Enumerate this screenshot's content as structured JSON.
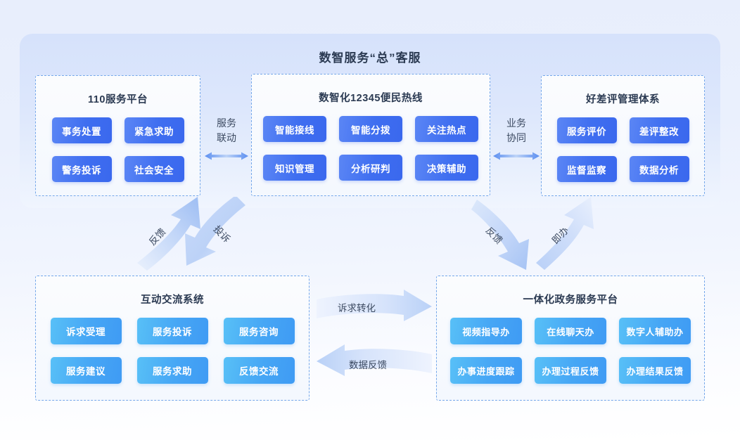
{
  "hero": {
    "title": "数智服务“总”客服"
  },
  "panels": [
    {
      "id": "110",
      "title": "110服务平台",
      "style": "deep",
      "tags": [
        "事务处置",
        "紧急求助",
        "警务投诉",
        "社会安全"
      ]
    },
    {
      "id": "12345",
      "title": "数智化12345便民热线",
      "style": "deep",
      "tags": [
        "智能接线",
        "智能分拨",
        "关注热点",
        "知识管理",
        "分析研判",
        "决策辅助"
      ]
    },
    {
      "id": "haochaping",
      "title": "好差评管理体系",
      "style": "deep",
      "tags": [
        "服务评价",
        "差评整改",
        "监督监察",
        "数据分析"
      ]
    },
    {
      "id": "hudong",
      "title": "互动交流系统",
      "style": "light",
      "tags": [
        "诉求受理",
        "服务投诉",
        "服务咨询",
        "服务建议",
        "服务求助",
        "反馈交流"
      ]
    },
    {
      "id": "yitihua",
      "title": "一体化政务服务平台",
      "style": "light",
      "tags": [
        "视频指导办",
        "在线聊天办",
        "数字人辅助办",
        "办事进度跟踪",
        "办理过程反馈",
        "办理结果反馈"
      ]
    }
  ],
  "connectors": {
    "service_linkage": {
      "line1": "服务",
      "line2": "联动"
    },
    "business_synergy": {
      "line1": "业务",
      "line2": "协同"
    },
    "left_up": "反馈",
    "left_down": "投诉",
    "right_down": "反馈",
    "right_up": "即办",
    "middle_right": "诉求转化",
    "middle_left": "数据反馈"
  },
  "colors": {
    "page_bg": "#e8eefc",
    "hero_bg": "#d6e2fb",
    "panel_border": "#74a7ea",
    "tag_deep": "#3f6ef0",
    "tag_light": "#46a6f5",
    "arrow_blue": "#a8c6f5",
    "title_text": "#2b3a52"
  }
}
